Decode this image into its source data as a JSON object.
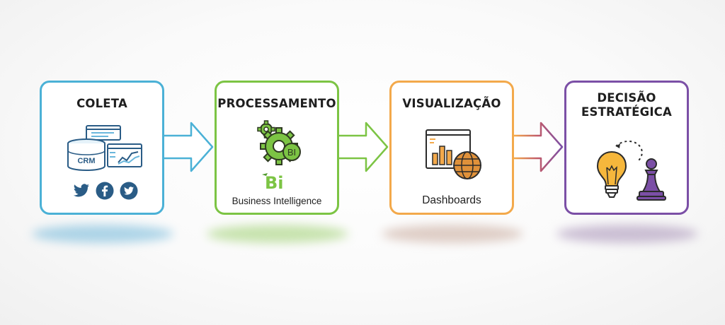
{
  "steps": [
    {
      "title": "COLETA",
      "color": "#4bb1d6",
      "icons": [
        "database-icon",
        "browser-window-icon",
        "line-chart-window-icon",
        "twitter-icon",
        "facebook-icon",
        "twitter-icon"
      ],
      "db_label": "CRM",
      "caption": ""
    },
    {
      "title": "PROCESSAMENTO",
      "color": "#7cc444",
      "icons": [
        "gears-icon",
        "bi-logo-icon"
      ],
      "gear_label": "BI",
      "logo_text": "Bi",
      "caption": "Business Intelligence"
    },
    {
      "title": "VISUALIZAÇÃO",
      "color": "#f3a94b",
      "icons": [
        "bar-chart-window-icon",
        "globe-icon"
      ],
      "caption": "Dashboards"
    },
    {
      "title_line1": "DECISÃO",
      "title_line2": "ESTRATÉGICA",
      "color": "#7b4fa6",
      "icons": [
        "lightbulb-icon",
        "chess-pawn-icon"
      ],
      "caption": ""
    }
  ],
  "arrows": [
    {
      "from_color": "#4bb1d6",
      "to_color": "#4bb1d6"
    },
    {
      "from_color": "#7cc444",
      "to_color": "#7cc444"
    },
    {
      "from_color": "#f3a94b",
      "to_color": "#7b4fa6"
    }
  ]
}
